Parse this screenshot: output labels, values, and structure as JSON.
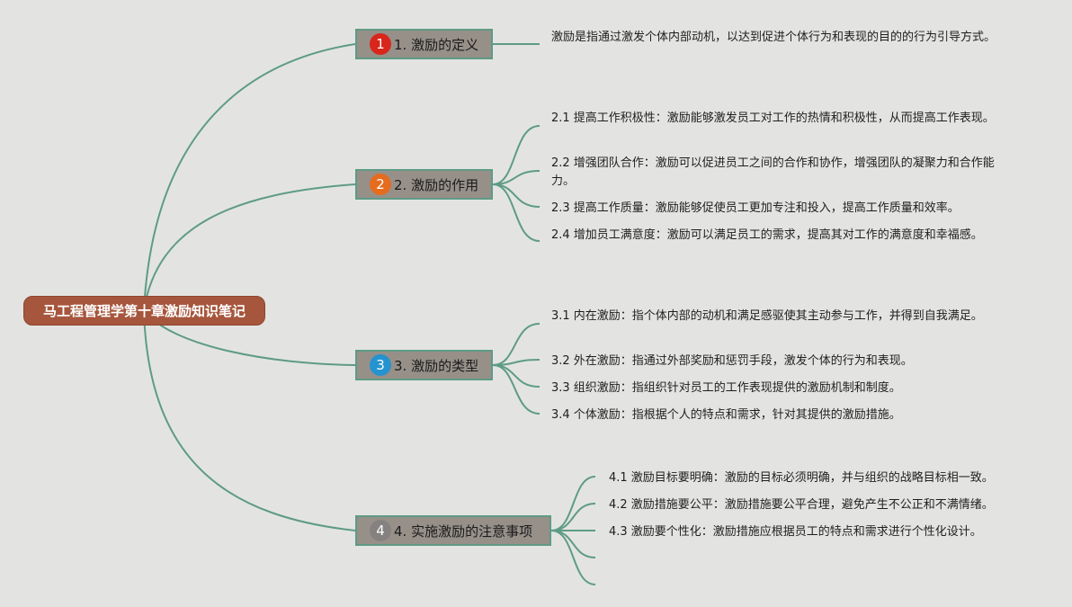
{
  "root": {
    "title": "马工程管理学第十章激励知识笔记"
  },
  "branches": [
    {
      "number": "1",
      "label": "1. 激励的定义",
      "badge_color": "#d8261b",
      "leaves": [
        "激励是指通过激发个体内部动机，以达到促进个体行为和表现的目的的行为引导方式。"
      ]
    },
    {
      "number": "2",
      "label": "2. 激励的作用",
      "badge_color": "#e56c1e",
      "leaves": [
        "2.1 提高工作积极性：激励能够激发员工对工作的热情和积极性，从而提高工作表现。",
        "2.2 增强团队合作：激励可以促进员工之间的合作和协作，增强团队的凝聚力和合作能力。",
        "2.3 提高工作质量：激励能够促使员工更加专注和投入，提高工作质量和效率。",
        "2.4 增加员工满意度：激励可以满足员工的需求，提高其对工作的满意度和幸福感。"
      ]
    },
    {
      "number": "3",
      "label": "3. 激励的类型",
      "badge_color": "#2593cf",
      "leaves": [
        "3.1 内在激励：指个体内部的动机和满足感驱使其主动参与工作，并得到自我满足。",
        "3.2 外在激励：指通过外部奖励和惩罚手段，激发个体的行为和表现。",
        "3.3 组织激励：指组织针对员工的工作表现提供的激励机制和制度。",
        "3.4 个体激励：指根据个人的特点和需求，针对其提供的激励措施。"
      ]
    },
    {
      "number": "4",
      "label": "4. 实施激励的注意事项",
      "badge_color": "#858180",
      "leaves": [
        "4.1 激励目标要明确：激励的目标必须明确，并与组织的战略目标相一致。",
        "4.2 激励措施要公平：激励措施要公平合理，避免产生不公正和不满情绪。",
        "4.3 激励要个性化：激励措施应根据员工的特点和需求进行个性化设计。"
      ]
    }
  ],
  "colors": {
    "background": "#e3e4e1",
    "root_fill": "#a6563c",
    "branch_fill": "#969089",
    "link": "#5e9b86"
  }
}
